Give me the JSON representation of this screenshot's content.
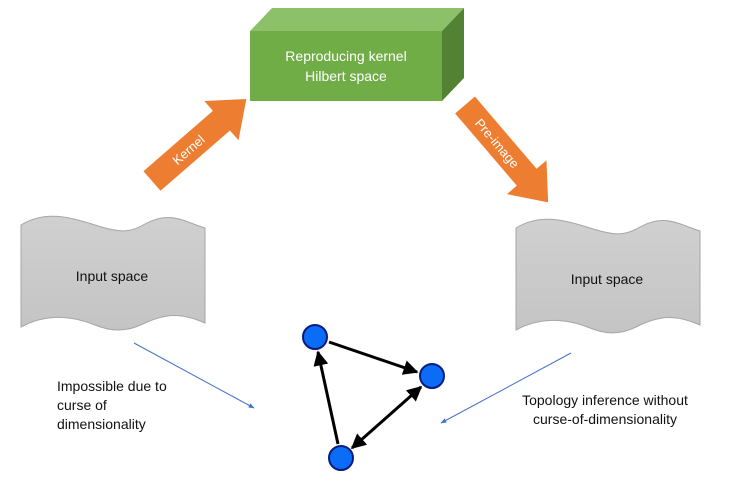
{
  "rkhs_box": {
    "label_line1": "Reproducing kernel",
    "label_line2": "Hilbert space",
    "color_front": "#70ad47",
    "color_top": "#8cc16a",
    "color_side": "#548235",
    "text_color": "#ffffff"
  },
  "arrows": {
    "kernel_label": "Kernel",
    "preimage_label": "Pre-image",
    "color": "#ed7d31"
  },
  "input_space_left": {
    "label": "Input space"
  },
  "input_space_right": {
    "label": "Input space"
  },
  "wave_fill": "#c9c9c9",
  "wave_stroke": "#a6a6a6",
  "left_caption": {
    "line1": "Impossible due to",
    "line2": "curse of",
    "line3": "dimensionality"
  },
  "right_caption": {
    "line1": "Topology inference without",
    "line2": "curse-of-dimensionality"
  },
  "pointer_color": "#4472c4",
  "graph": {
    "node_fill": "#0a6cf7",
    "node_stroke": "#0b1b7a",
    "edge_color": "#000000",
    "nodes": [
      "A",
      "B",
      "C"
    ],
    "edges": [
      {
        "from": "A",
        "to": "B",
        "directed": "forward"
      },
      {
        "from": "C",
        "to": "A",
        "directed": "forward"
      },
      {
        "from": "B",
        "to": "C",
        "directed": "both"
      }
    ]
  }
}
